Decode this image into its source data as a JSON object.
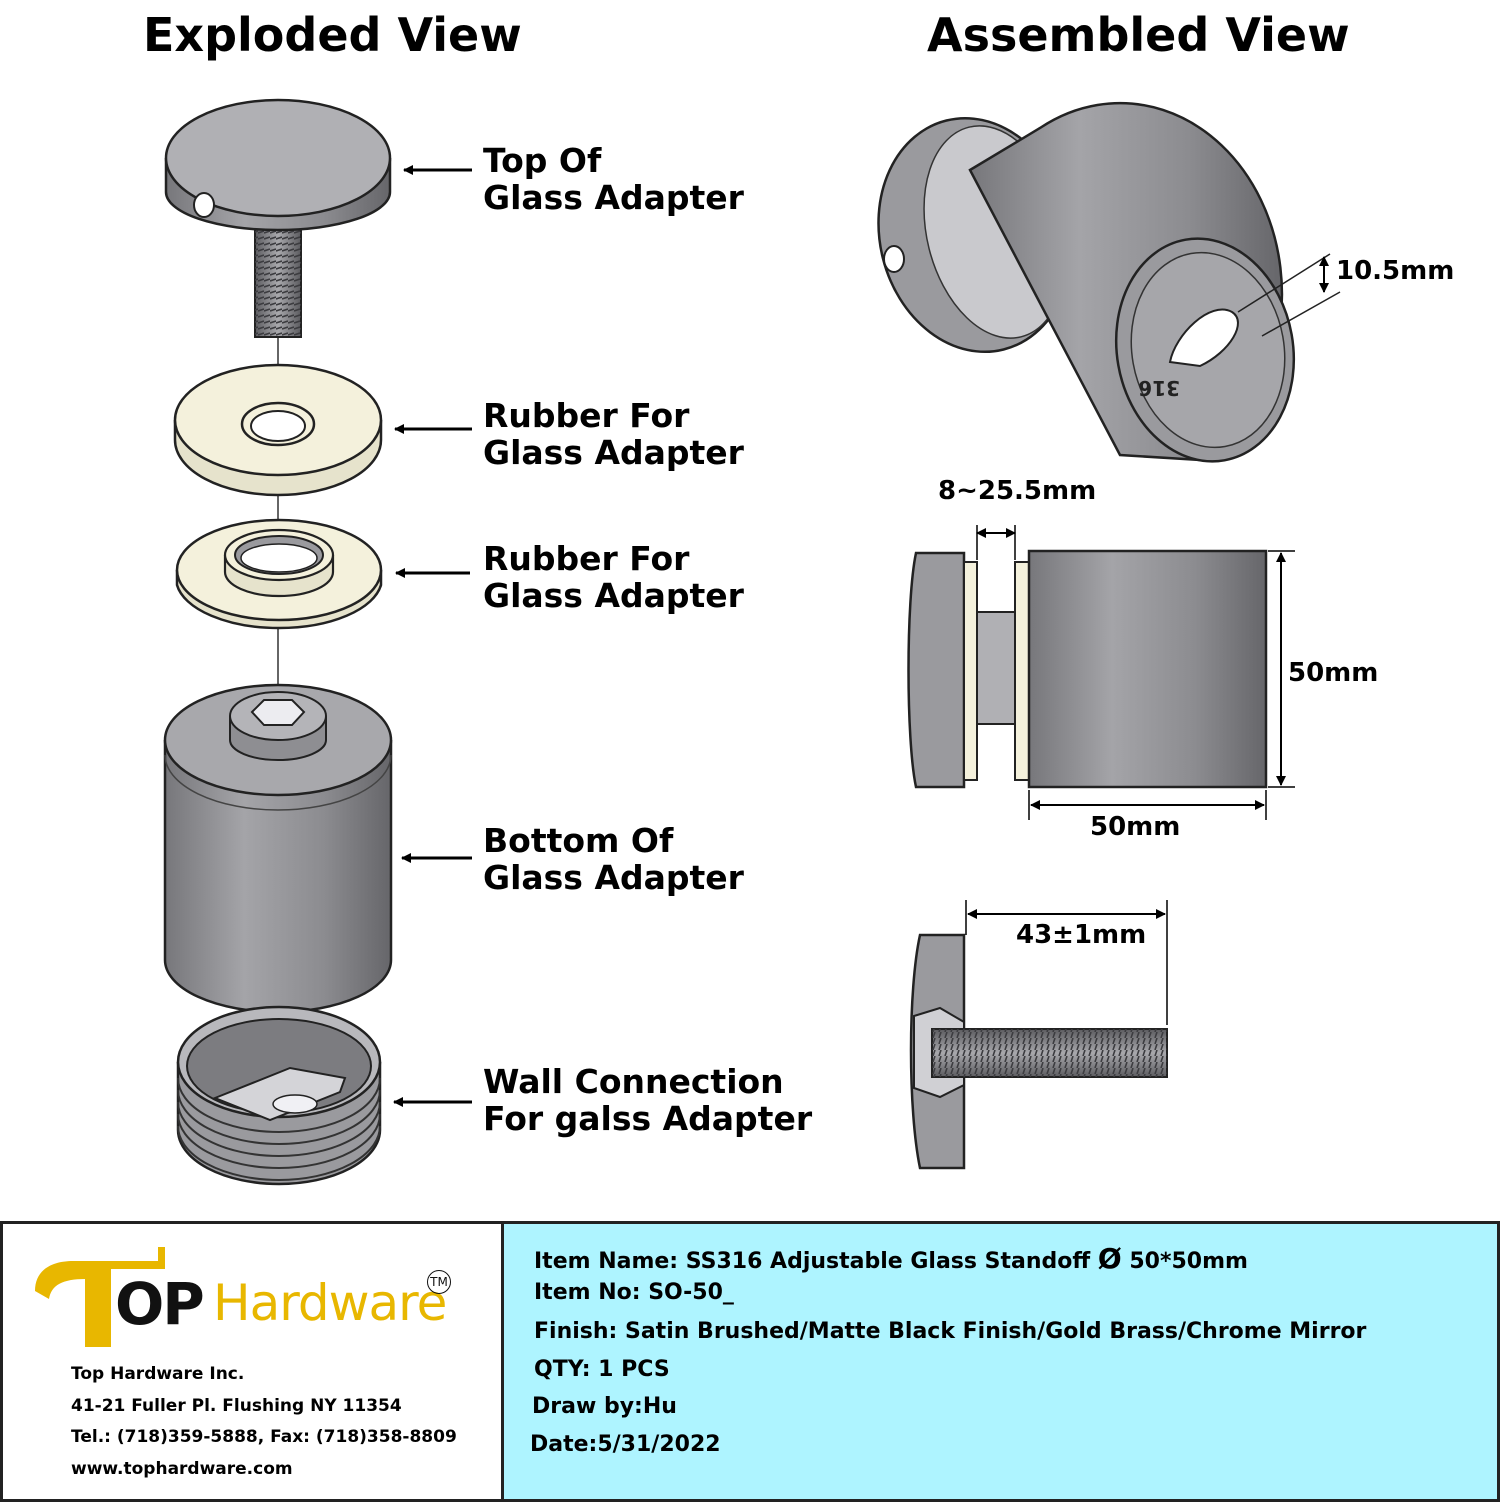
{
  "headings": {
    "exploded": "Exploded View",
    "assembled": "Assembled View"
  },
  "parts": [
    {
      "line1": "Top Of",
      "line2": "Glass Adapter"
    },
    {
      "line1": "Rubber For",
      "line2": "Glass Adapter"
    },
    {
      "line1": "Rubber For",
      "line2": "Glass Adapter"
    },
    {
      "line1": "Bottom Of",
      "line2": "Glass Adapter"
    },
    {
      "line1": "Wall  Connection",
      "line2": "For galss Adapter"
    }
  ],
  "dimensions": {
    "slot_width": "10.5mm",
    "adjust_range": "8~25.5mm",
    "height": "50mm",
    "length": "50mm",
    "bolt_length": "43±1mm"
  },
  "engraving": "316",
  "logo": {
    "t": "T",
    "op": "OP",
    "hardware": "Hardware",
    "tm": "TM"
  },
  "company": {
    "name": "Top Hardware Inc.",
    "address": "41-21 Fuller Pl. Flushing NY 11354",
    "phone": "Tel.: (718)359-5888,  Fax: (718)358-8809",
    "website": "www.tophardware.com"
  },
  "item": {
    "name_prefix": "Item Name: SS316 Adjustable Glass Standoff ",
    "diameter_symbol": "Ø",
    "name_suffix": " 50*50mm",
    "number": "Item No: SO-50_",
    "finish": "Finish: Satin Brushed/Matte Black Finish/Gold Brass/Chrome Mirror",
    "qty": "QTY: 1 PCS",
    "drawn_by": "Draw by:Hu",
    "date": "Date:5/31/2022"
  },
  "colors": {
    "metal": "#9a9a9e",
    "metal_light": "#c4c4c8",
    "metal_dark": "#6e6e72",
    "rubber": "#f4f1dc",
    "info_bg": "#aef4ff",
    "logo_gold": "#e8b700"
  }
}
